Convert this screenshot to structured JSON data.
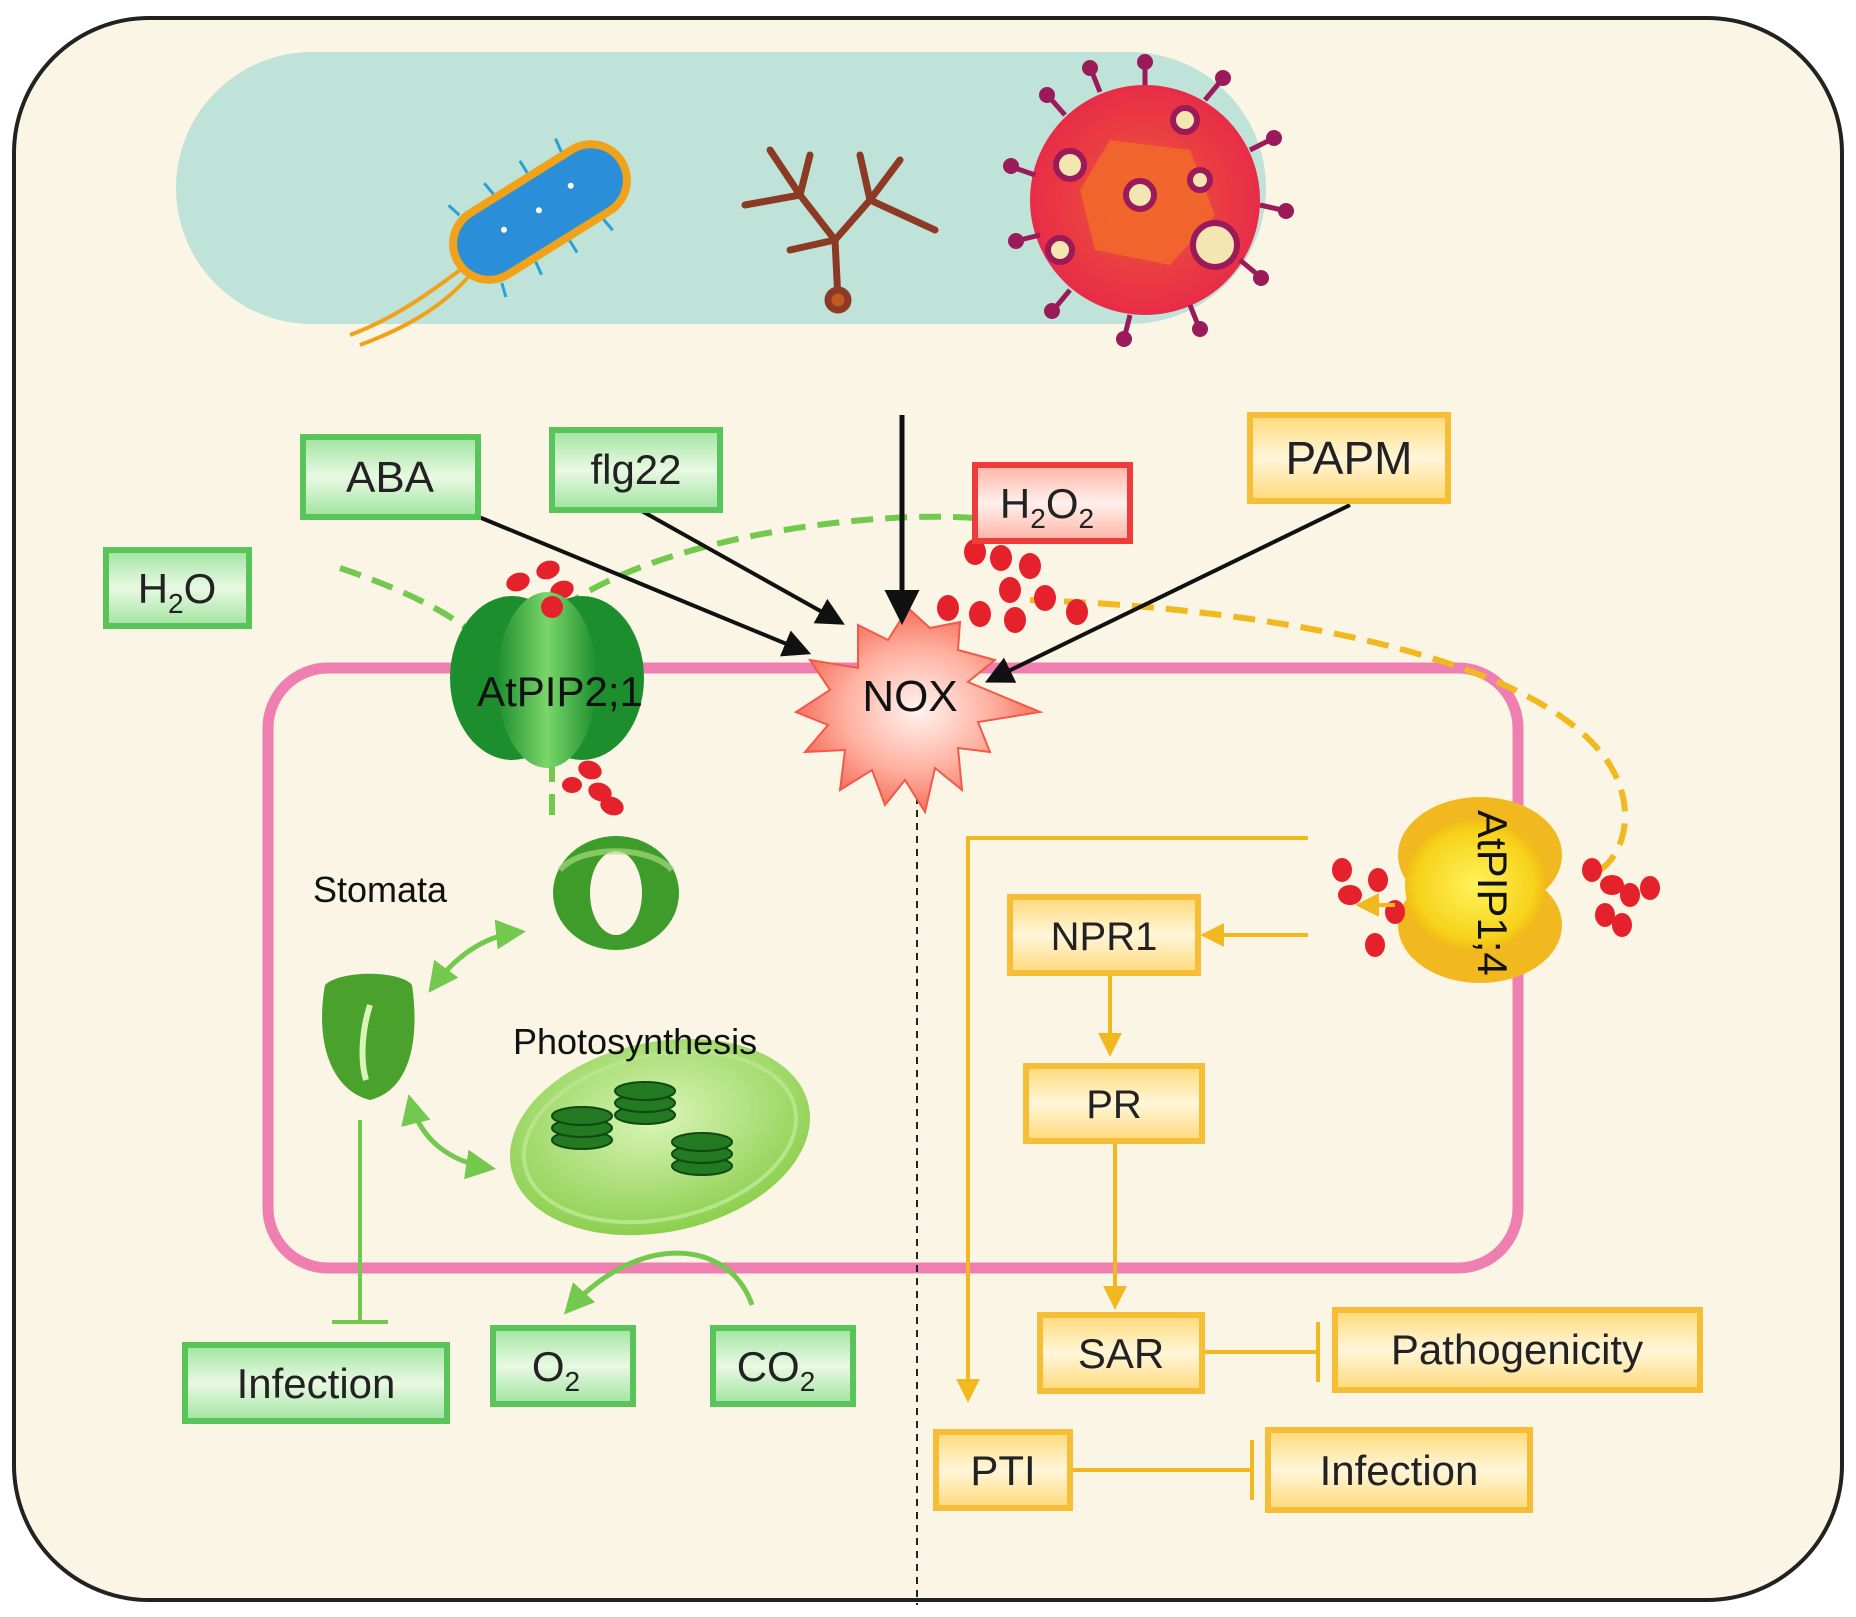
{
  "colors": {
    "background": "#fbf5e6",
    "pathogen_band": "#bfe3d9",
    "green_box": "#59c459",
    "orange_box": "#f6bd36",
    "h2o2_box": "#ee3b3b",
    "membrane": "#ee7fb0",
    "ros_dot": "#e5212b",
    "green_path": "#73c84e",
    "orange_path": "#f2b81f"
  },
  "pathogens": {
    "icons": [
      "bacterium-icon",
      "fungus-icon",
      "virus-icon"
    ]
  },
  "stimuli": {
    "aba": "ABA",
    "flg22": "flg22",
    "h2o": "H2O",
    "h2o2": "H2O2",
    "papm": "PAPM"
  },
  "center": {
    "nox": "NOX"
  },
  "aquaporins": {
    "pip2": "AtPIP2;1",
    "pip1": "AtPIP1;4"
  },
  "left_panel": {
    "stomata": "Stomata",
    "photosynthesis": "Photosynthesis",
    "infection": "Infection",
    "o2": "O2",
    "co2": "CO2"
  },
  "right_panel": {
    "npr1": "NPR1",
    "pr": "PR",
    "sar": "SAR",
    "pathogenicity": "Pathogenicity",
    "pti": "PTI",
    "infection": "Infection"
  }
}
